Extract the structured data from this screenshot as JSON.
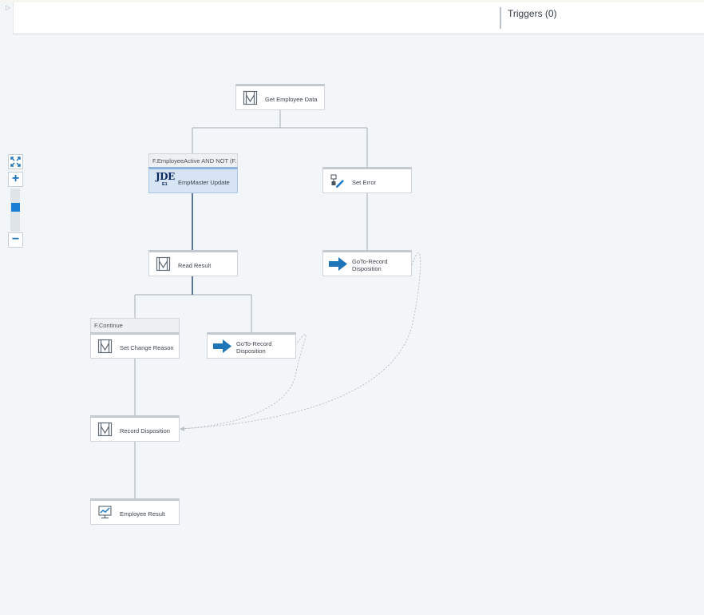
{
  "header": {
    "triggers_label": "Triggers (0)"
  },
  "zoom": {
    "in_label": "+",
    "out_label": "−",
    "level": 0.45
  },
  "flow": {
    "nodes": {
      "get_employee_data": {
        "label": "Get Employee Data",
        "icon": "gateway-icon"
      },
      "empmaster_update": {
        "label": "EmpMaster Update",
        "icon": "jde-logo-icon",
        "badge": "JDE",
        "badge_sub": "E1"
      },
      "set_error": {
        "label": "Set Error",
        "icon": "edit-variable-icon"
      },
      "read_result": {
        "label": "Read Result",
        "icon": "gateway-icon"
      },
      "goto_record_disposition_1": {
        "label_line1": "GoTo-Record",
        "label_line2": "Disposition",
        "icon": "arrow-right-icon"
      },
      "set_change_reason": {
        "label": "Set Change Reason",
        "icon": "gateway-icon"
      },
      "goto_record_disposition_2": {
        "label_line1": "GoTo-Record",
        "label_line2": "Disposition",
        "icon": "arrow-right-icon"
      },
      "record_disposition": {
        "label": "Record Disposition",
        "icon": "gateway-icon"
      },
      "employee_result": {
        "label": "Employee Result",
        "icon": "chart-monitor-icon"
      }
    },
    "conditions": {
      "employee_active": "F.EmployeeActive AND NOT (F...",
      "continue": "F.Continue"
    }
  }
}
